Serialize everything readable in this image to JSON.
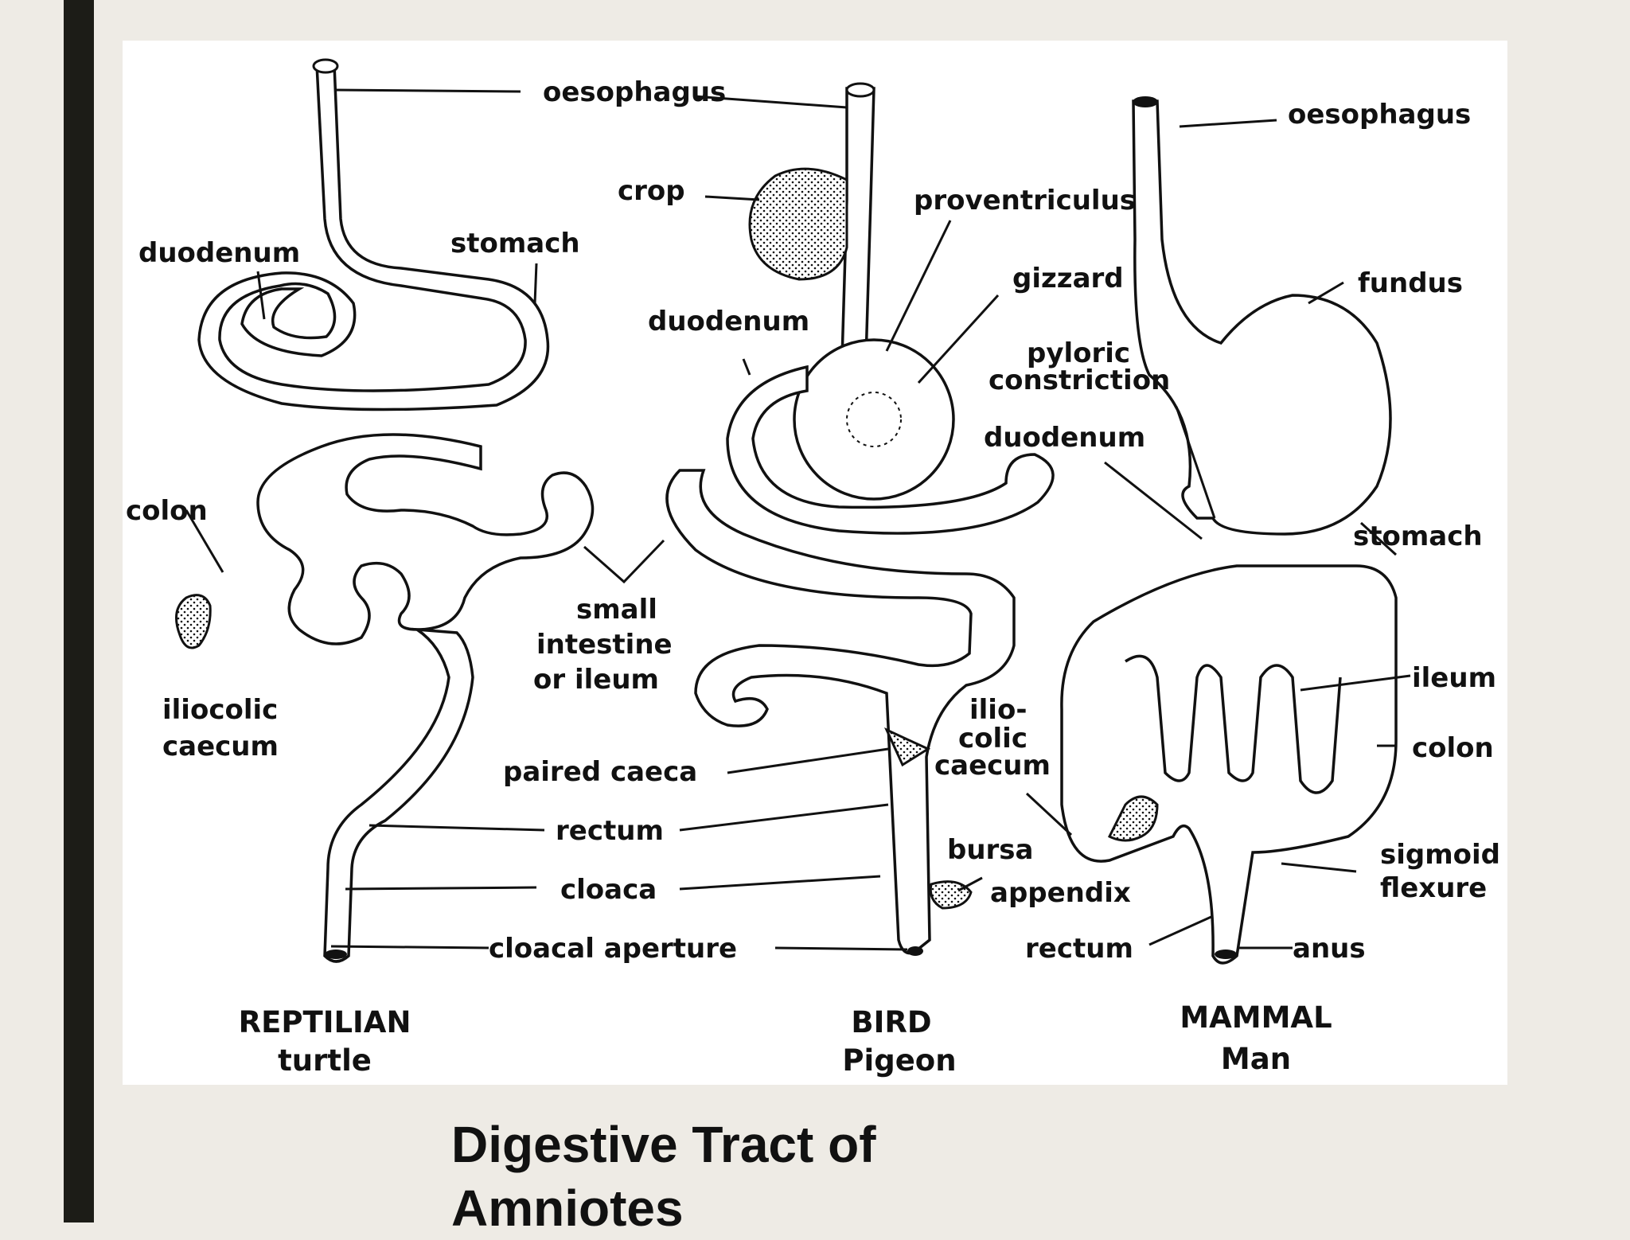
{
  "slide_title": "Digestive Tract of Amniotes",
  "columns": {
    "reptile": {
      "group": "REPTILIAN",
      "species": "turtle"
    },
    "bird": {
      "group": "BIRD",
      "species": "Pigeon"
    },
    "mammal": {
      "group": "MAMMAL",
      "species": "Man"
    }
  },
  "labels": {
    "oesophagus_left": "oesophagus",
    "duodenum_turtle": "duodenum",
    "stomach_turtle": "stomach",
    "colon_turtle": "colon",
    "iliocolic_caecum_1": "iliocolic",
    "iliocolic_caecum_2": "caecum",
    "crop": "crop",
    "proventriculus": "proventriculus",
    "gizzard": "gizzard",
    "duodenum_bird": "duodenum",
    "small_intestine_1": "small",
    "small_intestine_2": "intestine",
    "small_intestine_3": "or ileum",
    "paired_caeca": "paired caeca",
    "rectum_shared": "rectum",
    "cloaca": "cloaca",
    "cloacal_aperture": "cloacal aperture",
    "ilio_colic_caecum_1": "ilio-",
    "ilio_colic_caecum_2": "colic",
    "ilio_colic_caecum_3": "caecum",
    "bursa": "bursa",
    "oesophagus_mammal": "oesophagus",
    "fundus": "fundus",
    "pyloric_constriction_1": "pyloric",
    "pyloric_constriction_2": "constriction",
    "duodenum_mammal": "duodenum",
    "stomach_mammal": "stomach",
    "ileum": "ileum",
    "colon_mammal": "colon",
    "sigmoid_flexure_1": "sigmoid",
    "sigmoid_flexure_2": "flexure",
    "appendix": "appendix",
    "rectum_mammal": "rectum",
    "anus": "anus"
  }
}
